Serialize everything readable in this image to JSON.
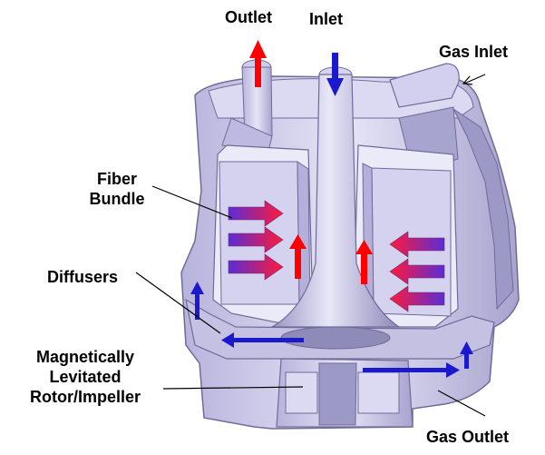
{
  "labels": {
    "outlet": "Outlet",
    "inlet": "Inlet",
    "gas_inlet": "Gas Inlet",
    "fiber_bundle": "Fiber\nBundle",
    "diffusers": "Diffusers",
    "rotor": "Magnetically\nLevitated\nRotor/Impeller",
    "gas_outlet": "Gas Outlet"
  },
  "colors": {
    "body": "#c9c6e6",
    "body_dark": "#8f8bb8",
    "body_light": "#e9e8f7",
    "red_arrow": "#ff0000",
    "blue_arrow": "#1a1acc",
    "gradient_start": "#5a2dd6",
    "gradient_end": "#ff1a3a"
  }
}
